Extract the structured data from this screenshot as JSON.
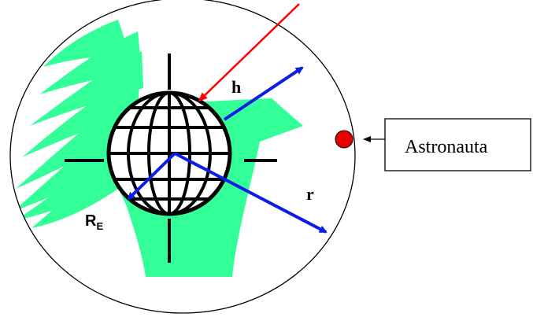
{
  "labels": {
    "h": "h",
    "r": "r",
    "re_main": "R",
    "re_sub": "E",
    "astronaut": "Astronauta"
  },
  "colors": {
    "orbit": "#000000",
    "green": "#33FF99",
    "blue": "#0A1EE6",
    "red": "#FF0000",
    "astronaut_fill": "#E60000",
    "globe": "#000000"
  }
}
